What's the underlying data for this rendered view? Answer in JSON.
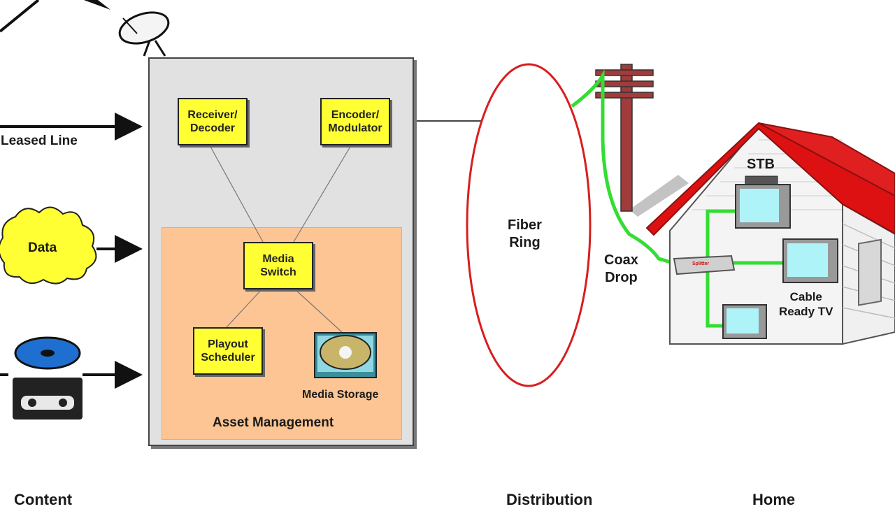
{
  "inputs": {
    "leased_line": "Leased Line",
    "data": "Data"
  },
  "headend": {
    "receiver_decoder": "Receiver/\nDecoder",
    "encoder_modulator": "Encoder/\nModulator",
    "asset_management": "Asset Management",
    "media_switch": "Media\nSwitch",
    "playout_scheduler": "Playout\nScheduler",
    "media_storage": "Media Storage"
  },
  "distribution": {
    "fiber_ring": "Fiber\nRing",
    "coax_drop": "Coax\nDrop"
  },
  "home": {
    "stb": "STB",
    "cable_ready_tv": "Cable\nReady TV",
    "splitter": "Splitter"
  },
  "sections": {
    "content": "Content",
    "distribution": "Distribution",
    "home": "Home"
  },
  "colors": {
    "box_fill": "#ffff33",
    "asset_fill": "#fdc594",
    "fiber_ring": "#d81e1e",
    "coax": "#33dd33",
    "roof": "#dd1111",
    "pole": "#a03c3c"
  }
}
